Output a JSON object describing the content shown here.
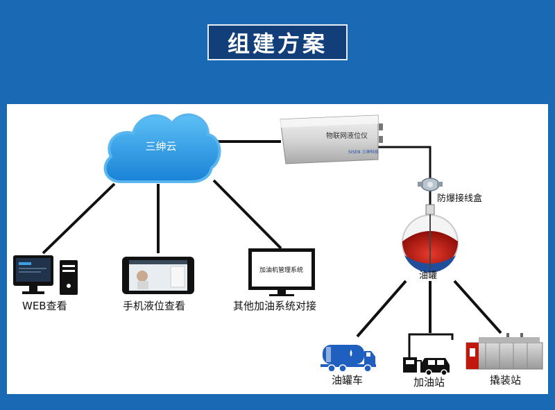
{
  "title": "组建方案",
  "cloud_label": "三绅云",
  "device": {
    "label": "物联网液位仪",
    "brand": "SISEN 三绅科技"
  },
  "junction_label": "防爆接线盒",
  "tank_label": "油罐",
  "screen_label": "加油机管理系统",
  "outputs": {
    "web": "WEB查看",
    "mobile": "手机液位查看",
    "system": "其他加油系统对接"
  },
  "destinations": {
    "truck": "油罐车",
    "station": "加油站",
    "skid": "撬装站"
  },
  "colors": {
    "background": "#1a69b5",
    "cloud": "#2e9de8",
    "liquid": "#c0180c",
    "icon_blue": "#1f5fbf"
  }
}
